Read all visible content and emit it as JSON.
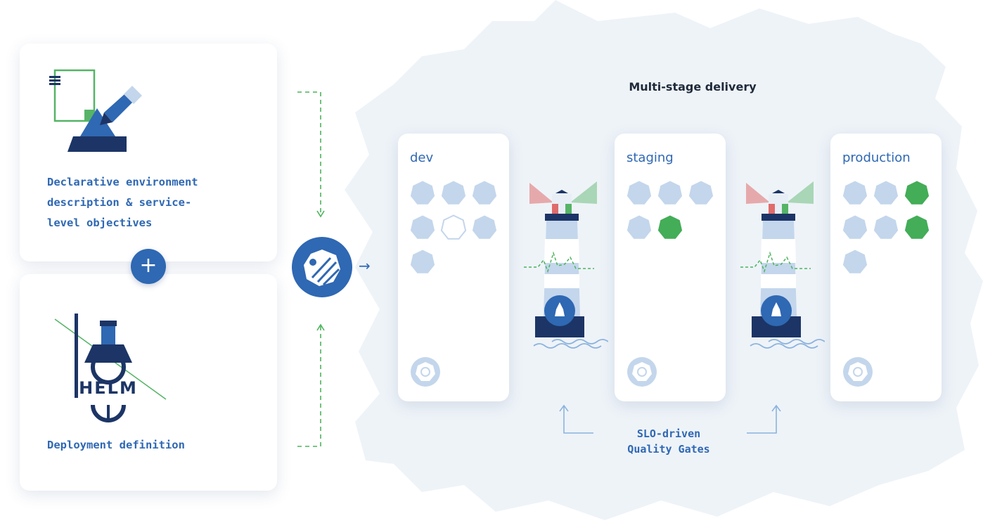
{
  "title": "Multi-stage delivery",
  "inputs": {
    "declarative": {
      "label": "Declarative environment description & service-level objectives",
      "lines": [
        "Declarative environment",
        "description & service-",
        "level objectives"
      ]
    },
    "plus_symbol": "+",
    "deployment": {
      "label": "Deployment definition",
      "helm_logo_text": "HELM"
    }
  },
  "orchestrator": {
    "icon": "keptn-logo-icon",
    "arrow": "→"
  },
  "stages": [
    {
      "name": "dev",
      "services": [
        "light",
        "light",
        "light",
        "light",
        "outline",
        "light",
        "light"
      ]
    },
    {
      "name": "staging",
      "services": [
        "light",
        "light",
        "light",
        "light",
        "green"
      ]
    },
    {
      "name": "production",
      "services": [
        "light",
        "light",
        "green",
        "light",
        "light",
        "green",
        "light"
      ]
    }
  ],
  "quality_gates": {
    "lines": [
      "SLO-driven",
      "Quality Gates"
    ],
    "icon": "lighthouse-icon"
  },
  "colors": {
    "primary_blue": "#2f68b3",
    "navy": "#1c3566",
    "light_hex": "#c3d6ec",
    "green": "#43ad57",
    "bg_blob": "#eef3f8",
    "dashed_green": "#4cb35c"
  }
}
